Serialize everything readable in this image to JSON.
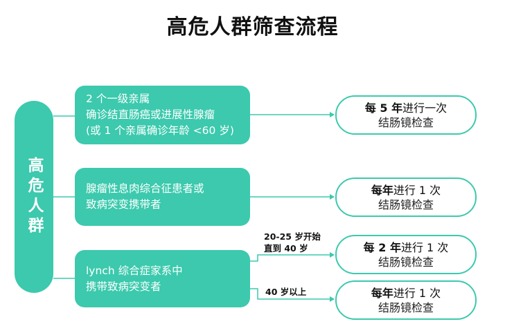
{
  "title": "高危人群筛查流程",
  "left_label": "高危人群",
  "conditions": [
    {
      "lines": [
        "2 个一级亲属",
        "确诊结直肠癌或进展性腺瘤",
        "(或 1 个亲属确诊年龄 <60 岁)"
      ]
    },
    {
      "lines": [
        "腺瘤性息肉综合征患者或",
        "致病突变携带者"
      ]
    },
    {
      "lines": [
        "lynch 综合症家系中",
        "携带致病突变者"
      ]
    }
  ],
  "results": [
    {
      "freq_bold": "每 5 年",
      "freq_rest": "进行一次",
      "exam": "结肠镜检查"
    },
    {
      "freq_bold": "每年",
      "freq_rest": "进行 1 次",
      "exam": "结肠镜检查"
    },
    {
      "freq_bold": "每 2 年",
      "freq_rest": "进行 1 次",
      "exam": "结肠镜检查"
    },
    {
      "freq_bold": "每年",
      "freq_rest": "进行 1 次",
      "exam": "结肠镜检查"
    }
  ],
  "branch_labels": {
    "age_20_25": [
      "20-25 岁开始",
      "直到 40 岁"
    ],
    "age_40": "40 岁以上"
  },
  "colors": {
    "accent": "#3cc9ad",
    "line": "#3cc9ad"
  }
}
